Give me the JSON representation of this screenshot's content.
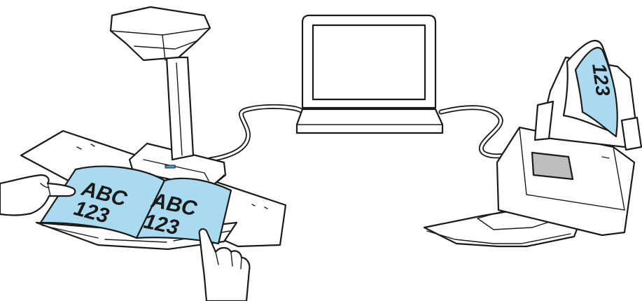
{
  "colors": {
    "outline": "#1a1a1a",
    "paper_blue": "#a9daf0",
    "device_white": "#ffffff",
    "screen_gray": "#bdbdbd",
    "led_blue": "#3aa0d8"
  },
  "book": {
    "left_page_line1": "ABC",
    "left_page_line2": "123",
    "right_page_line1": "ABC",
    "right_page_line2": "123"
  },
  "sheet": {
    "text": "123"
  },
  "icons": [
    "overhead-scanner-icon",
    "laptop-icon",
    "sheetfed-scanner-icon",
    "hand-icon",
    "cable-icon"
  ]
}
